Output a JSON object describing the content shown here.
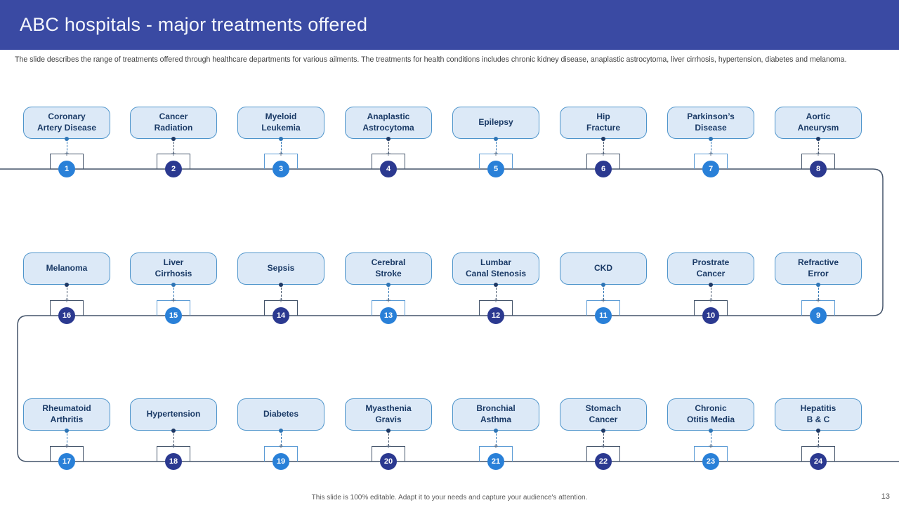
{
  "slide": {
    "title": "ABC hospitals - major treatments offered",
    "description": "The slide describes the range of treatments offered through healthcare departments for various ailments. The treatments for health conditions includes chronic kidney disease, anaplastic astrocytoma, liver cirrhosis, hypertension, diabetes and melanoma.",
    "footer": "This slide is 100% editable. Adapt it to your needs and capture your audience's attention.",
    "page_number": "13"
  },
  "icons": {
    "plus_marker": "+"
  },
  "colors": {
    "header_bg": "#3A4AA3",
    "title_text": "#F4F6FC",
    "box_fill": "#DCE9F7",
    "box_border": "#4D94CB",
    "box_text": "#1A3A66",
    "snake_line": "#44546A",
    "circle_light": "#2980D8",
    "circle_dark": "#2B3990",
    "bracket_light": "#5B9BD5",
    "bracket_dark": "#44546A",
    "dot_light": "#2E75B6",
    "dot_dark": "#1F3864"
  },
  "diagram": {
    "rows": [
      {
        "items": [
          {
            "n": "1",
            "label": "Coronary\nArtery Disease",
            "circle": "light",
            "bracket": "dark"
          },
          {
            "n": "2",
            "label": "Cancer\nRadiation",
            "circle": "dark",
            "bracket": "dark"
          },
          {
            "n": "3",
            "label": "Myeloid\nLeukemia",
            "circle": "light",
            "bracket": "light"
          },
          {
            "n": "4",
            "label": "Anaplastic\nAstrocytoma",
            "circle": "dark",
            "bracket": "dark"
          },
          {
            "n": "5",
            "label": "Epilepsy",
            "circle": "light",
            "bracket": "light"
          },
          {
            "n": "6",
            "label": "Hip\nFracture",
            "circle": "dark",
            "bracket": "dark"
          },
          {
            "n": "7",
            "label": "Parkinson’s\nDisease",
            "circle": "light",
            "bracket": "light"
          },
          {
            "n": "8",
            "label": "Aortic\nAneurysm",
            "circle": "dark",
            "bracket": "dark"
          }
        ]
      },
      {
        "items": [
          {
            "n": "16",
            "label": "Melanoma",
            "circle": "dark",
            "bracket": "dark"
          },
          {
            "n": "15",
            "label": "Liver\nCirrhosis",
            "circle": "light",
            "bracket": "light"
          },
          {
            "n": "14",
            "label": "Sepsis",
            "circle": "dark",
            "bracket": "dark"
          },
          {
            "n": "13",
            "label": "Cerebral\nStroke",
            "circle": "light",
            "bracket": "light"
          },
          {
            "n": "12",
            "label": "Lumbar\nCanal Stenosis",
            "circle": "dark",
            "bracket": "dark"
          },
          {
            "n": "11",
            "label": "CKD",
            "circle": "light",
            "bracket": "light"
          },
          {
            "n": "10",
            "label": "Prostrate\nCancer",
            "circle": "dark",
            "bracket": "dark"
          },
          {
            "n": "9",
            "label": "Refractive\nError",
            "circle": "light",
            "bracket": "light"
          }
        ]
      },
      {
        "items": [
          {
            "n": "17",
            "label": "Rheumatoid\nArthritis",
            "circle": "light",
            "bracket": "dark"
          },
          {
            "n": "18",
            "label": "Hypertension",
            "circle": "dark",
            "bracket": "dark"
          },
          {
            "n": "19",
            "label": "Diabetes",
            "circle": "light",
            "bracket": "light"
          },
          {
            "n": "20",
            "label": "Myasthenia\nGravis",
            "circle": "dark",
            "bracket": "dark"
          },
          {
            "n": "21",
            "label": "Bronchial\nAsthma",
            "circle": "light",
            "bracket": "light"
          },
          {
            "n": "22",
            "label": "Stomach\nCancer",
            "circle": "dark",
            "bracket": "dark"
          },
          {
            "n": "23",
            "label": "Chronic\nOtitis Media",
            "circle": "light",
            "bracket": "light"
          },
          {
            "n": "24",
            "label": "Hepatitis\nB & C",
            "circle": "dark",
            "bracket": "dark"
          }
        ]
      }
    ]
  }
}
